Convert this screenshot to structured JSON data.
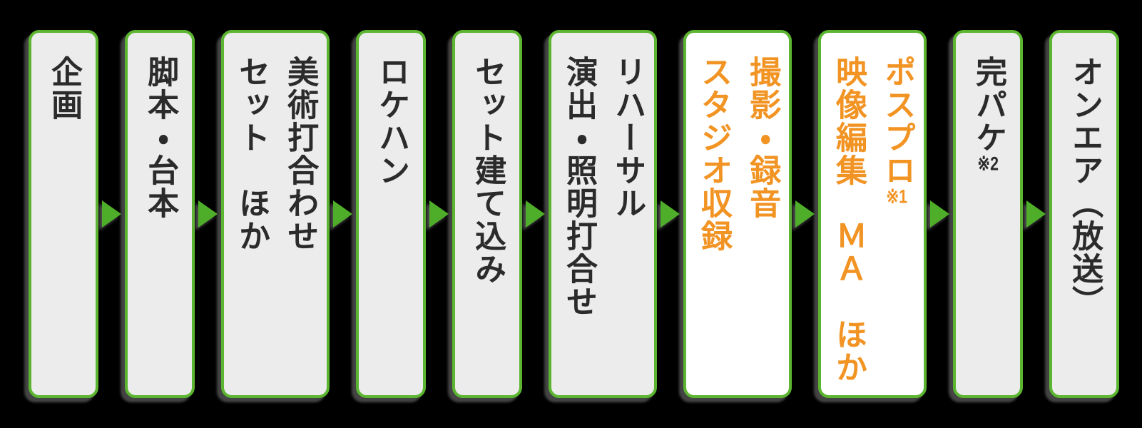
{
  "colors": {
    "green_border": "#5cb531",
    "box_fill": "#ececec",
    "highlight_fill": "#ffffff",
    "text_ink": "#2b2b2b",
    "text_highlight": "#f29424",
    "arrow": "#4fae29",
    "background": "#000000"
  },
  "flow": {
    "direction": "left-to-right",
    "arrow_icon": "right-triangle",
    "steps": [
      {
        "variant": "default",
        "columns": [
          {
            "text": "企画"
          }
        ]
      },
      {
        "variant": "default",
        "columns": [
          {
            "text": "脚本・台本"
          }
        ]
      },
      {
        "variant": "default",
        "columns": [
          {
            "text": "美術打合わせ"
          },
          {
            "text": "セット　ほか"
          }
        ]
      },
      {
        "variant": "default",
        "columns": [
          {
            "text": "ロケハン"
          }
        ]
      },
      {
        "variant": "default",
        "columns": [
          {
            "text": "セット建て込み"
          }
        ]
      },
      {
        "variant": "default",
        "columns": [
          {
            "text": "リハーサル"
          },
          {
            "text": "演出・照明打合せ"
          }
        ]
      },
      {
        "variant": "highlight",
        "columns": [
          {
            "text": "撮影・録音"
          },
          {
            "text": "スタジオ収録"
          }
        ]
      },
      {
        "variant": "highlight",
        "columns": [
          {
            "text": "ポスプロ",
            "note": "※1"
          },
          {
            "text": "映像編集　ＭＡ　ほか"
          }
        ]
      },
      {
        "variant": "default",
        "columns": [
          {
            "text": "完パケ",
            "note": "※2"
          }
        ]
      },
      {
        "variant": "default",
        "columns": [
          {
            "text": "オンエア（放送）"
          }
        ]
      }
    ]
  }
}
